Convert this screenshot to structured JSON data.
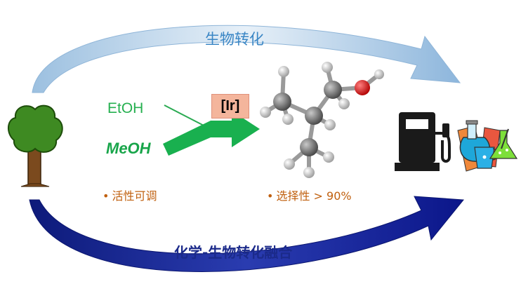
{
  "labels": {
    "top_process": "生物转化",
    "bottom_process": "化学-生物转化融合",
    "etoh": "EtOH",
    "meoh": "MeOH",
    "catalyst": "[Ir]",
    "note_left": "活性可调",
    "note_right": "选择性 > 90%",
    "bullet": "•"
  },
  "icons": [
    "tree-icon",
    "molecule-icon",
    "fuel-pump-icon",
    "lab-flasks-icon"
  ],
  "colors": {
    "top_arrow": "#a9c9e4",
    "bottom_arrow": "#1c2a93",
    "green_arrow": "#19b04f",
    "catalyst_box": "#f4b59c",
    "notes": "#c0600f"
  }
}
